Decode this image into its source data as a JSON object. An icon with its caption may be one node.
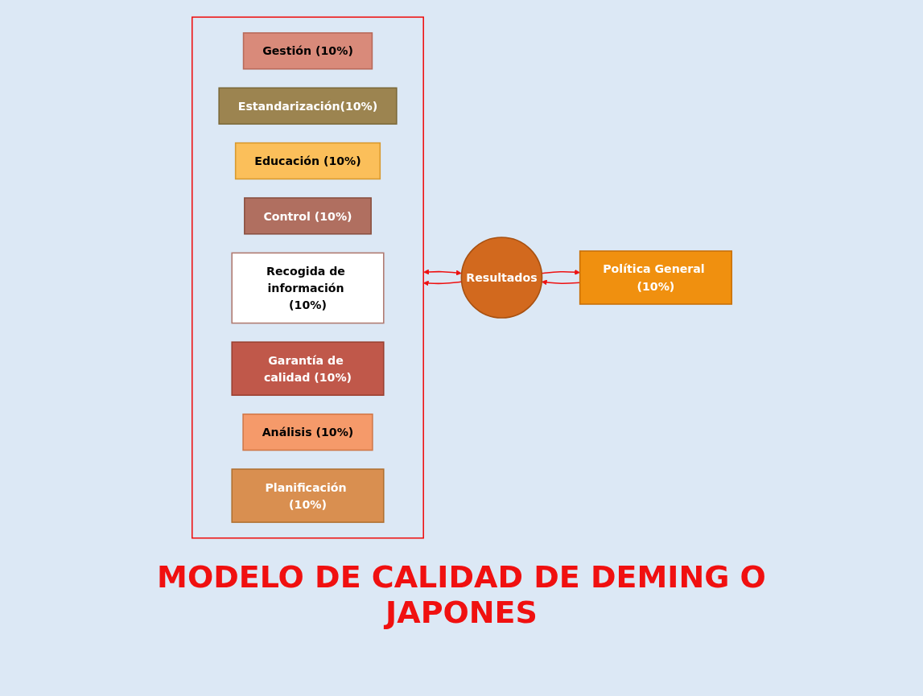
{
  "diagram": {
    "title": "MODELO DE CALIDAD DE DEMING O JAPONES",
    "nodes": [
      {
        "text": [
          "Política General (10%)"
        ]
      },
      {
        "text": [],
        "shape": "box"
      },
      {
        "text": [
          "Gestión (10%)"
        ],
        "in": 1
      },
      {
        "text": [
          "Estandarización(10%)"
        ],
        "in": 1
      },
      {
        "text": [
          "Educación (10%)"
        ],
        "in": 1
      },
      {
        "text": [
          "Control (10%)"
        ],
        "in": 1
      },
      {
        "text": [
          "Recogida de información (10%)"
        ],
        "in": 1
      },
      {
        "text": [
          "Garantía de calidad (10%)"
        ],
        "in": 1
      },
      {
        "text": [
          "Análisis (10%)"
        ],
        "in": 1
      },
      {
        "text": [
          "Planificación (10%)"
        ],
        "in": 1
      },
      {
        "text": [
          "Resultados"
        ]
      }
    ],
    "edges": [
      {
        "from": 0,
        "to": 10,
        "arrow": "to"
      },
      {
        "from": 1,
        "to": 10,
        "arrow": "both"
      },
      {
        "from": 10,
        "to": 1,
        "arrow": "to"
      },
      {
        "from": 10,
        "to": 0,
        "arrow": "to"
      }
    ]
  }
}
